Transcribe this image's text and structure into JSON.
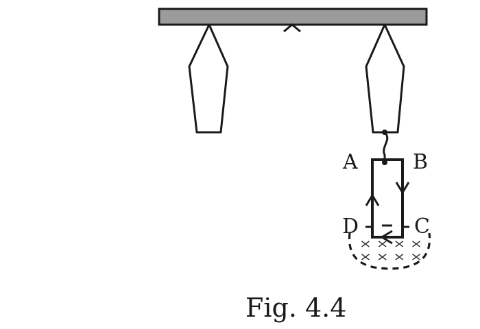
{
  "labels": {
    "a": "A",
    "b": "B",
    "c": "C",
    "d": "D"
  },
  "caption": "Fig. 4.4",
  "field_marks": {
    "row1": "× × × ×",
    "row2": "× × × ×"
  },
  "colors": {
    "beam": "#9b9b9b",
    "line": "#1a1a1a"
  }
}
